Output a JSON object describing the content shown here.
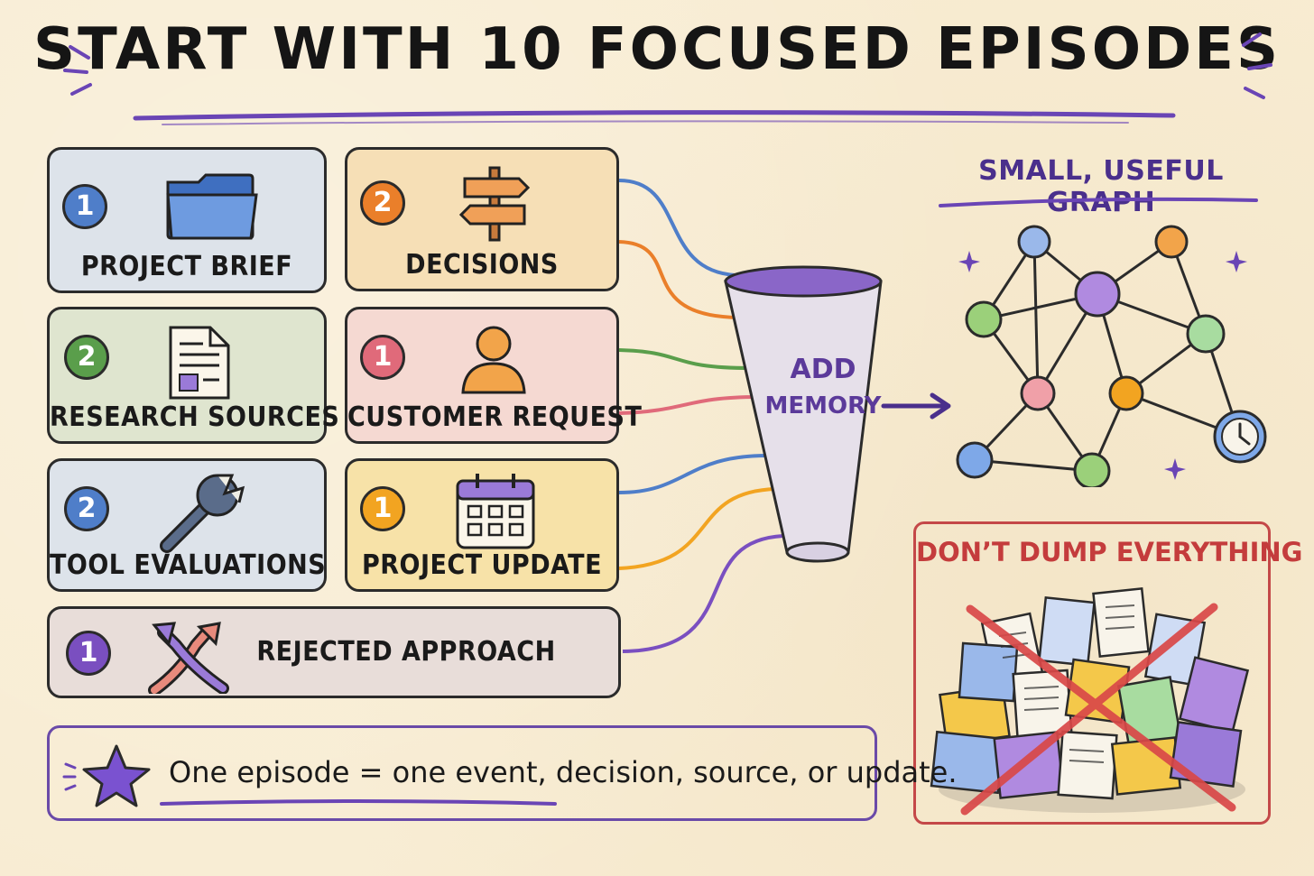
{
  "title": "START WITH 10 FOCUSED EPISODES",
  "colors": {
    "background": "#f8ecd2",
    "accent_purple": "#5b3a9a",
    "warning_red": "#c43c3c",
    "blue": "#4f7ec9",
    "orange": "#ea7f2a",
    "green": "#5a9e4b",
    "pink": "#e06a7a",
    "yellow": "#f2a421"
  },
  "episodes": [
    {
      "count": "1",
      "label": "PROJECT BRIEF",
      "icon": "folder-icon",
      "color": "#4f7ec9"
    },
    {
      "count": "2",
      "label": "DECISIONS",
      "icon": "signpost-icon",
      "color": "#ea7f2a"
    },
    {
      "count": "2",
      "label": "RESEARCH SOURCES",
      "icon": "document-icon",
      "color": "#5a9e4b"
    },
    {
      "count": "1",
      "label": "CUSTOMER REQUEST",
      "icon": "person-icon",
      "color": "#e06a7a"
    },
    {
      "count": "2",
      "label": "TOOL EVALUATIONS",
      "icon": "wrench-icon",
      "color": "#4f7ec9"
    },
    {
      "count": "1",
      "label": "PROJECT UPDATE",
      "icon": "calendar-icon",
      "color": "#f2a421"
    },
    {
      "count": "1",
      "label": "REJECTED APPROACH",
      "icon": "crossed-arrows-icon",
      "color": "#7a4fc0"
    }
  ],
  "funnel": {
    "line1": "ADD",
    "line2": "MEMORY"
  },
  "graph": {
    "title": "SMALL, USEFUL GRAPH"
  },
  "dump": {
    "title": "DON’T DUMP EVERYTHING"
  },
  "note": {
    "text": "One episode = one event, decision, source, or update."
  }
}
